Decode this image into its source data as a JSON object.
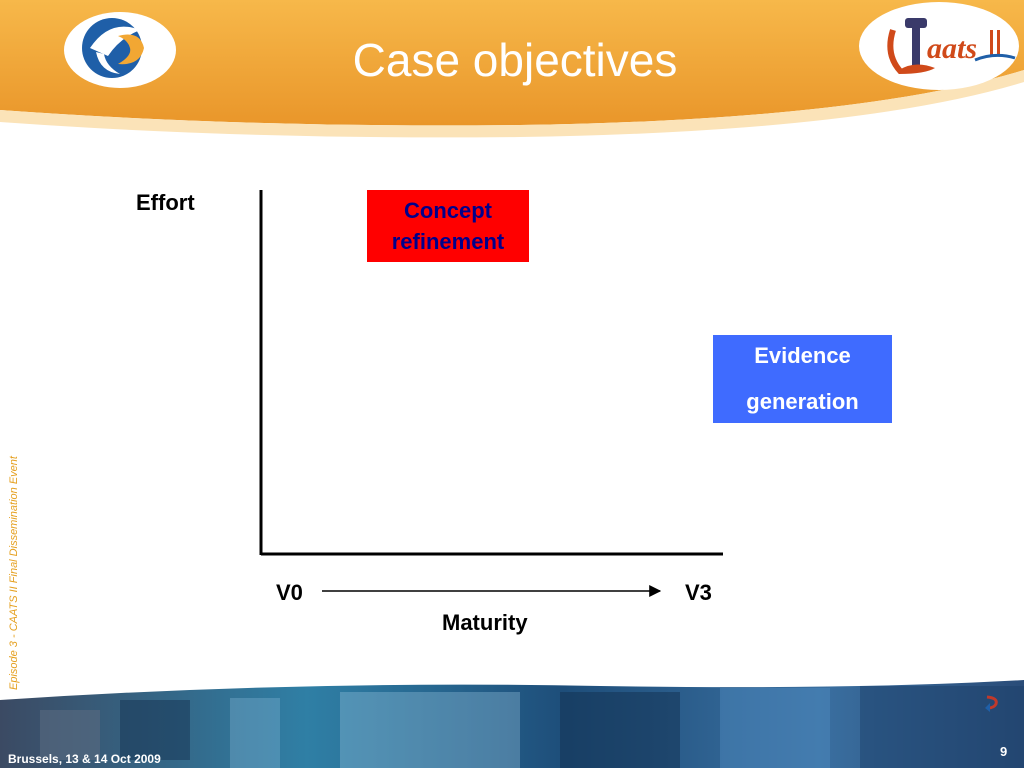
{
  "header": {
    "title": "Case objectives"
  },
  "logos": {
    "left": "episode-3-logo",
    "right": "caats-ii-logo",
    "right_text": "aats"
  },
  "side_text": "Episode 3 - CAATS II Final Dissemination Event",
  "diagram": {
    "y_axis_label": "Effort",
    "x_axis_label": "Maturity",
    "x_start": "V0",
    "x_end": "V3",
    "box_concept": {
      "line1": "Concept",
      "line2": "refinement",
      "color": "#ff0000"
    },
    "box_evidence": {
      "line1": "Evidence",
      "line2": "generation",
      "color": "#3f6bff"
    }
  },
  "footer": {
    "text": "Brussels, 13 & 14 Oct 2009",
    "page_number": "9"
  },
  "colors": {
    "header_orange": "#f2a733",
    "title_white": "#ffffff",
    "side_text": "#e5a020"
  }
}
